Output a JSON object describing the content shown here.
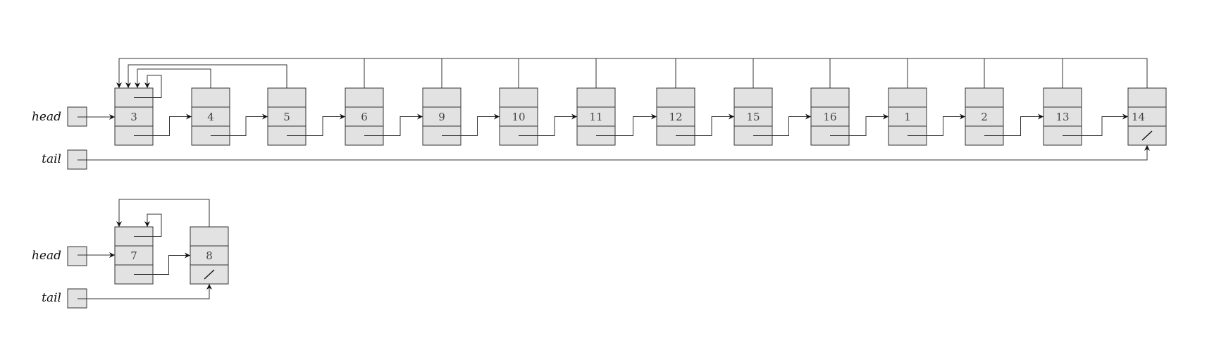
{
  "lists": [
    {
      "head_label": "head",
      "tail_label": "tail",
      "nodes": [
        "3",
        "4",
        "5",
        "6",
        "9",
        "10",
        "11",
        "12",
        "15",
        "16",
        "1",
        "2",
        "13",
        "14"
      ]
    },
    {
      "head_label": "head",
      "tail_label": "tail",
      "nodes": [
        "7",
        "8"
      ]
    }
  ],
  "colors": {
    "cell_fill": "#e2e2e2",
    "line": "#333333"
  }
}
